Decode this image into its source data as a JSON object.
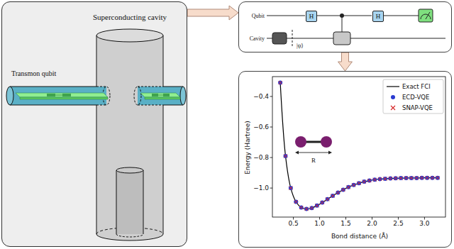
{
  "diagram": {
    "nodes": [
      {
        "text": [
          "Superconducting cavity"
        ]
      },
      {
        "text": [
          "Qubit",
          "Cavity"
        ]
      },
      {
        "text": [
          "H"
        ],
        "in": 1
      },
      {
        "text": [
          "H"
        ],
        "in": 1
      },
      {
        "text": [
          "Energy (Hartree)",
          "Bond distance (Å)"
        ]
      }
    ],
    "edges": [
      {
        "from": 0,
        "to": 1,
        "arrow": "to"
      },
      {
        "from": 1,
        "to": 4,
        "arrow": "to"
      }
    ],
    "labels": [
      "Transmon qubit",
      "|ψ⟩",
      "−0.4",
      "−0.6",
      "−0.8",
      "−1.0",
      "0.5",
      "1.0",
      "1.5",
      "2.0",
      "2.5",
      "3.0",
      "R"
    ],
    "legend": [
      {
        "text": "Exact FCI"
      },
      {
        "text": "ECD-VQE"
      },
      {
        "text": "SNAP-VQE"
      }
    ]
  }
}
